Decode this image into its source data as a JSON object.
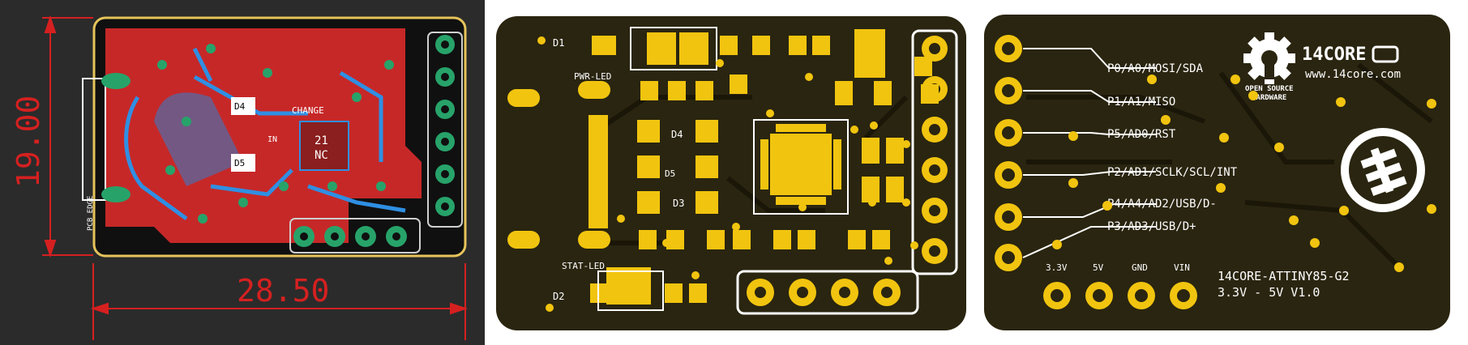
{
  "editor_view": {
    "dim_width": "28.50",
    "dim_height": "19.00",
    "edge_label": "PCB EDGE",
    "designators": [
      "D4",
      "D5",
      "IN",
      "21",
      "NC",
      "CHANGE"
    ]
  },
  "front_view": {
    "pwr_led": "PWR-LED",
    "stat_led": "STAT-LED",
    "d1": "D1",
    "d2": "D2",
    "d3": "D3",
    "d4": "D4",
    "d5": "D5"
  },
  "back_view": {
    "brand": "14CORE",
    "url": "www.14core.com",
    "osh_line1": "OPEN SOURCE",
    "osh_line2": "HARDWARE",
    "pins": [
      "P0/A0/MOSI/SDA",
      "P1/A1/MISO",
      "P5/AD0/RST",
      "P2/AD1/SCLK/SCL/INT",
      "P4/A4/AD2/USB/D-",
      "P3/AD3/USB/D+"
    ],
    "power_pins": [
      "3.3V",
      "5V",
      "GND",
      "VIN"
    ],
    "board_name": "14CORE-ATTINY85-G2",
    "board_version": "3.3V - 5V  V1.0"
  },
  "colors": {
    "editor_bg": "#2b2b2b",
    "copper_top": "#d42b2b",
    "copper_bottom": "#1f7fd6",
    "pad_green": "#27a36a",
    "board_outline": "#e6c45a",
    "soldermask": "#2a2510",
    "gold": "#f1c40f",
    "dimension": "#d62020"
  }
}
